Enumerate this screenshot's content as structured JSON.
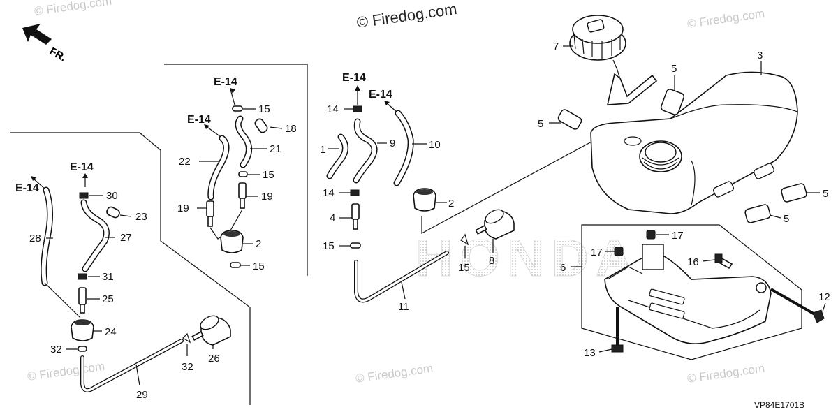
{
  "watermarks": {
    "main": "© Firedog.com",
    "small": "© Firedog.com"
  },
  "direction": {
    "label": "FR."
  },
  "diagram_code": "VP84E1701B",
  "references": {
    "e14": "E-14"
  },
  "brand_background": "HONDA",
  "callouts": {
    "p1": "1",
    "p2": "2",
    "p3": "3",
    "p4": "4",
    "p5": "5",
    "p6": "6",
    "p7": "7",
    "p8": "8",
    "p9": "9",
    "p10": "10",
    "p11": "11",
    "p12": "12",
    "p13": "13",
    "p14": "14",
    "p15": "15",
    "p16": "16",
    "p17": "17",
    "p18": "18",
    "p19": "19",
    "p21": "21",
    "p22": "22",
    "p23": "23",
    "p24": "24",
    "p25": "25",
    "p26": "26",
    "p27": "27",
    "p28": "28",
    "p29": "29",
    "p30": "30",
    "p31": "31",
    "p32": "32"
  },
  "colors": {
    "ink": "#111111",
    "watermark": "#c9c9c9",
    "dots": "#b8b8b8"
  }
}
